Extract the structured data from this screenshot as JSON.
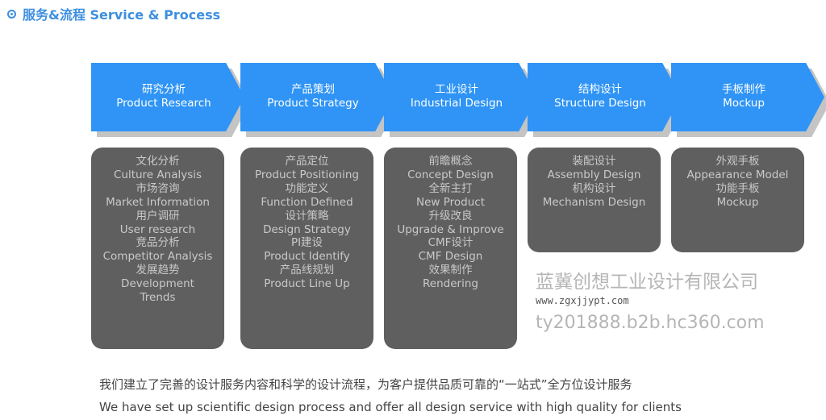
{
  "header": {
    "icon": "target-circle-icon",
    "title": "服务&流程 Service & Process"
  },
  "steps": [
    {
      "cn": "研究分析",
      "en": "Product Research",
      "items": [
        "文化分析",
        "Culture Analysis",
        "市场咨询",
        "Market Information",
        "用户调研",
        "User research",
        "竞品分析",
        "Competitor Analysis",
        "发展趋势",
        "Development",
        "Trends"
      ]
    },
    {
      "cn": "产品策划",
      "en": "Product Strategy",
      "items": [
        "产品定位",
        "Product Positioning",
        "功能定义",
        "Function Defined",
        "设计策略",
        "Design Strategy",
        "PI建设",
        "Product Identify",
        "产品线规划",
        "Product Line Up"
      ]
    },
    {
      "cn": "工业设计",
      "en": "Industrial Design",
      "items": [
        "前瞻概念",
        "Concept Design",
        "全新主打",
        "New Product",
        "升级改良",
        "Upgrade & Improve",
        "CMF设计",
        "CMF Design",
        "效果制作",
        "Rendering"
      ]
    },
    {
      "cn": "结构设计",
      "en": "Structure Design",
      "items": [
        "装配设计",
        "Assembly Design",
        "机构设计",
        "Mechanism Design"
      ]
    },
    {
      "cn": "手板制作",
      "en": "Mockup",
      "items": [
        "外观手板",
        "Appearance Model",
        "功能手板",
        "Mockup"
      ]
    }
  ],
  "caption": {
    "cn": "我们建立了完善的设计服务内容和科学的设计流程，为客户提供品质可靠的“一站式”全方位设计服务",
    "en": "We have set up scientific design process and offer all design service with high quality for clients"
  },
  "watermark": {
    "company": "蓝冀创想工业设计有限公司",
    "site": "www.zgxjjypt.com",
    "b2b": "ty201888.b2b.hc360.com"
  },
  "colors": {
    "arrow": "#2f94f5",
    "card": "#5f5f5f",
    "title": "#3d8fe0"
  }
}
